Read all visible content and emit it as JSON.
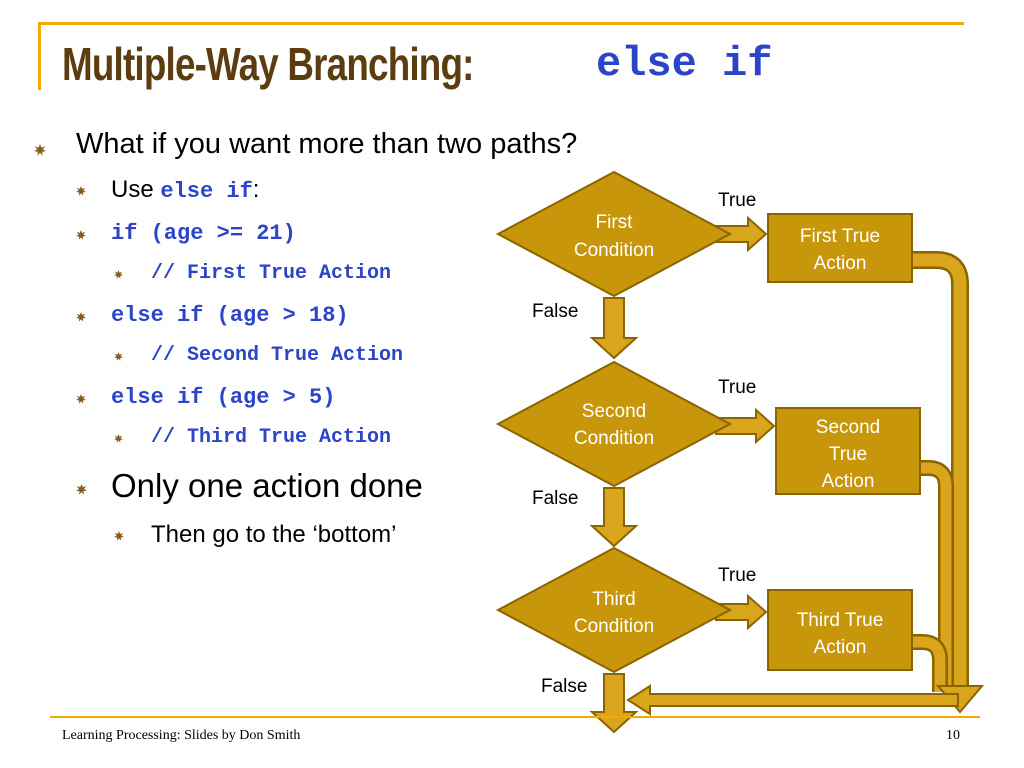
{
  "title": {
    "main": "Multiple-Way Branching:",
    "code": "else if"
  },
  "bullets": {
    "l1": "What if you want more than two paths?",
    "use_prefix": "Use ",
    "use_code": "else if",
    "use_suffix": ":",
    "code_if": "if (age >= 21)",
    "code_first": "// First True Action",
    "code_elseif1": "else if (age > 18)",
    "code_second": "// Second True Action",
    "code_elseif2": "else if (age > 5)",
    "code_third": "// Third True Action",
    "only_one": "Only one action done",
    "then_go": "Then go to the ‘bottom’"
  },
  "flowchart": {
    "first_condition": [
      "First",
      "Condition"
    ],
    "second_condition": [
      "Second",
      "Condition"
    ],
    "third_condition": [
      "Third",
      "Condition"
    ],
    "first_action": [
      "First True",
      "Action"
    ],
    "second_action": [
      "Second",
      "True",
      "Action"
    ],
    "third_action": [
      "Third True",
      "Action"
    ],
    "true_label": "True",
    "false_label": "False"
  },
  "footer": {
    "left": "Learning Processing:  Slides by Don Smith",
    "page": "10"
  },
  "colors": {
    "accent": "#f2a900",
    "shape_fill": "#c8960a",
    "shape_stroke": "#8a6400",
    "title": "#5c3d10",
    "code": "#2b44c8"
  }
}
